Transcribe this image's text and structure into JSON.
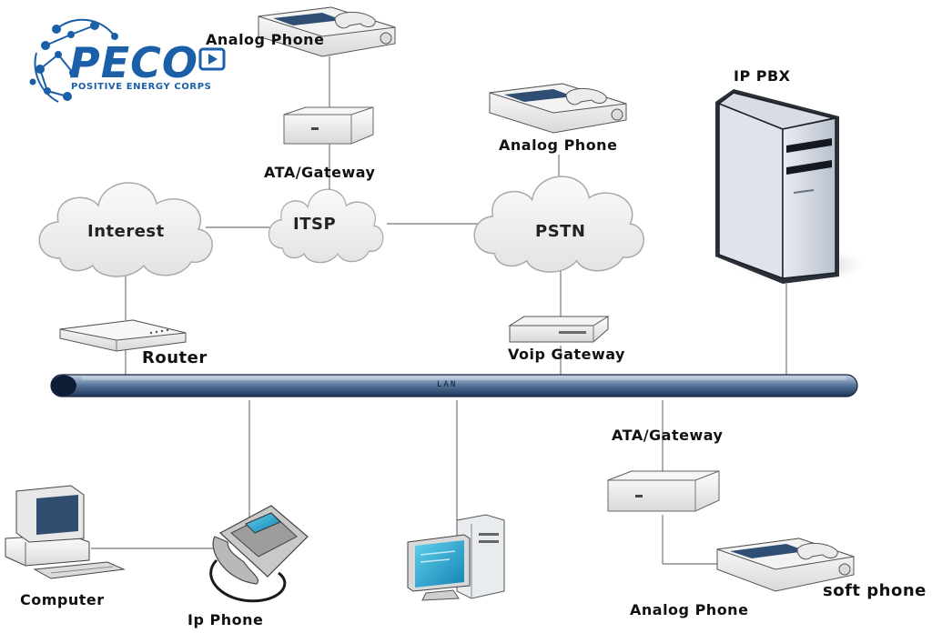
{
  "logo": {
    "name": "PECO",
    "tagline": "POSITIVE ENERGY CORPS",
    "color": "#1a5fa8"
  },
  "clouds": {
    "internet": "Interest",
    "itsp": "ITSP",
    "pstn": "PSTN"
  },
  "devices": {
    "analog_phone_top": "Analog Phone",
    "ata_gateway_top": "ATA/Gateway",
    "analog_phone_mid": "Analog Phone",
    "ip_pbx": "IP PBX",
    "router": "Router",
    "voip_gateway": "Voip Gateway",
    "ata_gateway_bottom": "ATA/Gateway",
    "computer": "Computer",
    "ip_phone": "Ip Phone",
    "analog_phone_bottom": "Analog Phone",
    "soft_phone": "soft phone"
  },
  "lan": {
    "label": "LAN",
    "color": "#3b5b85"
  }
}
